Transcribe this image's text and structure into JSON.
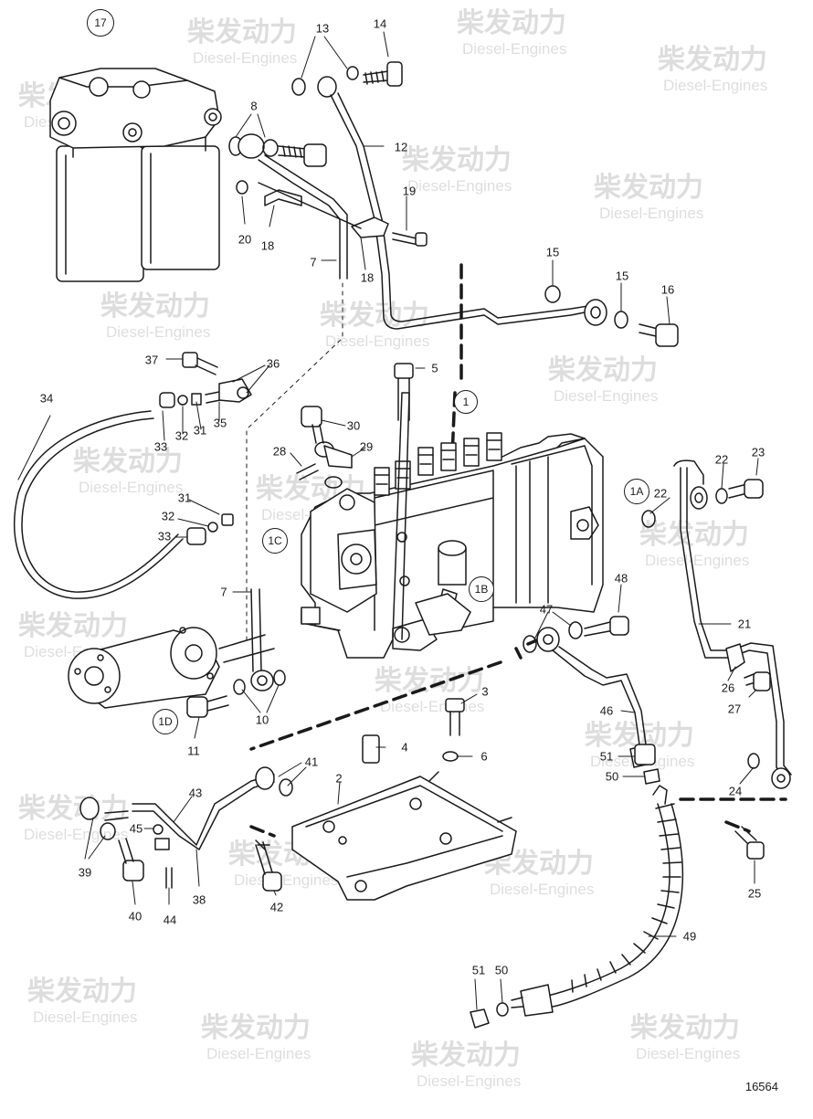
{
  "diagram": {
    "drawing_number": "16564",
    "watermark": {
      "cn": "柴发动力",
      "en": "Diesel-Engines"
    },
    "callouts": [
      {
        "id": "c13",
        "text": "13"
      },
      {
        "id": "c14",
        "text": "14"
      },
      {
        "id": "c8",
        "text": "8"
      },
      {
        "id": "c12",
        "text": "12"
      },
      {
        "id": "c19",
        "text": "19"
      },
      {
        "id": "c20",
        "text": "20"
      },
      {
        "id": "c18a",
        "text": "18"
      },
      {
        "id": "c7a",
        "text": "7"
      },
      {
        "id": "c18b",
        "text": "18"
      },
      {
        "id": "c15a",
        "text": "15"
      },
      {
        "id": "c15b",
        "text": "15"
      },
      {
        "id": "c16",
        "text": "16"
      },
      {
        "id": "c37",
        "text": "37"
      },
      {
        "id": "c36",
        "text": "36"
      },
      {
        "id": "c5",
        "text": "5"
      },
      {
        "id": "c34",
        "text": "34"
      },
      {
        "id": "c33a",
        "text": "33"
      },
      {
        "id": "c32a",
        "text": "32"
      },
      {
        "id": "c31a",
        "text": "31"
      },
      {
        "id": "c35",
        "text": "35"
      },
      {
        "id": "c30",
        "text": "30"
      },
      {
        "id": "c28",
        "text": "28"
      },
      {
        "id": "c29",
        "text": "29"
      },
      {
        "id": "c22a",
        "text": "22"
      },
      {
        "id": "c23",
        "text": "23"
      },
      {
        "id": "c22b",
        "text": "22"
      },
      {
        "id": "c31b",
        "text": "31"
      },
      {
        "id": "c32b",
        "text": "32"
      },
      {
        "id": "c33b",
        "text": "33"
      },
      {
        "id": "c7b",
        "text": "7"
      },
      {
        "id": "c48",
        "text": "48"
      },
      {
        "id": "c47",
        "text": "47"
      },
      {
        "id": "c21",
        "text": "21"
      },
      {
        "id": "c26",
        "text": "26"
      },
      {
        "id": "c27",
        "text": "27"
      },
      {
        "id": "c10",
        "text": "10"
      },
      {
        "id": "c11",
        "text": "11"
      },
      {
        "id": "c3",
        "text": "3"
      },
      {
        "id": "c4",
        "text": "4"
      },
      {
        "id": "c6",
        "text": "6"
      },
      {
        "id": "c46",
        "text": "46"
      },
      {
        "id": "c51a",
        "text": "51"
      },
      {
        "id": "c50a",
        "text": "50"
      },
      {
        "id": "c41",
        "text": "41"
      },
      {
        "id": "c2",
        "text": "2"
      },
      {
        "id": "c24",
        "text": "24"
      },
      {
        "id": "c43",
        "text": "43"
      },
      {
        "id": "c45",
        "text": "45"
      },
      {
        "id": "c39",
        "text": "39"
      },
      {
        "id": "c38",
        "text": "38"
      },
      {
        "id": "c40",
        "text": "40"
      },
      {
        "id": "c44",
        "text": "44"
      },
      {
        "id": "c42",
        "text": "42"
      },
      {
        "id": "c25",
        "text": "25"
      },
      {
        "id": "c49",
        "text": "49"
      },
      {
        "id": "c51b",
        "text": "51"
      },
      {
        "id": "c50b",
        "text": "50"
      }
    ],
    "circled": [
      {
        "id": "k17",
        "text": "17"
      },
      {
        "id": "k1",
        "text": "1"
      },
      {
        "id": "k1a",
        "text": "1A"
      },
      {
        "id": "k1c",
        "text": "1C"
      },
      {
        "id": "k1b",
        "text": "1B"
      },
      {
        "id": "k1d",
        "text": "1D"
      }
    ]
  }
}
